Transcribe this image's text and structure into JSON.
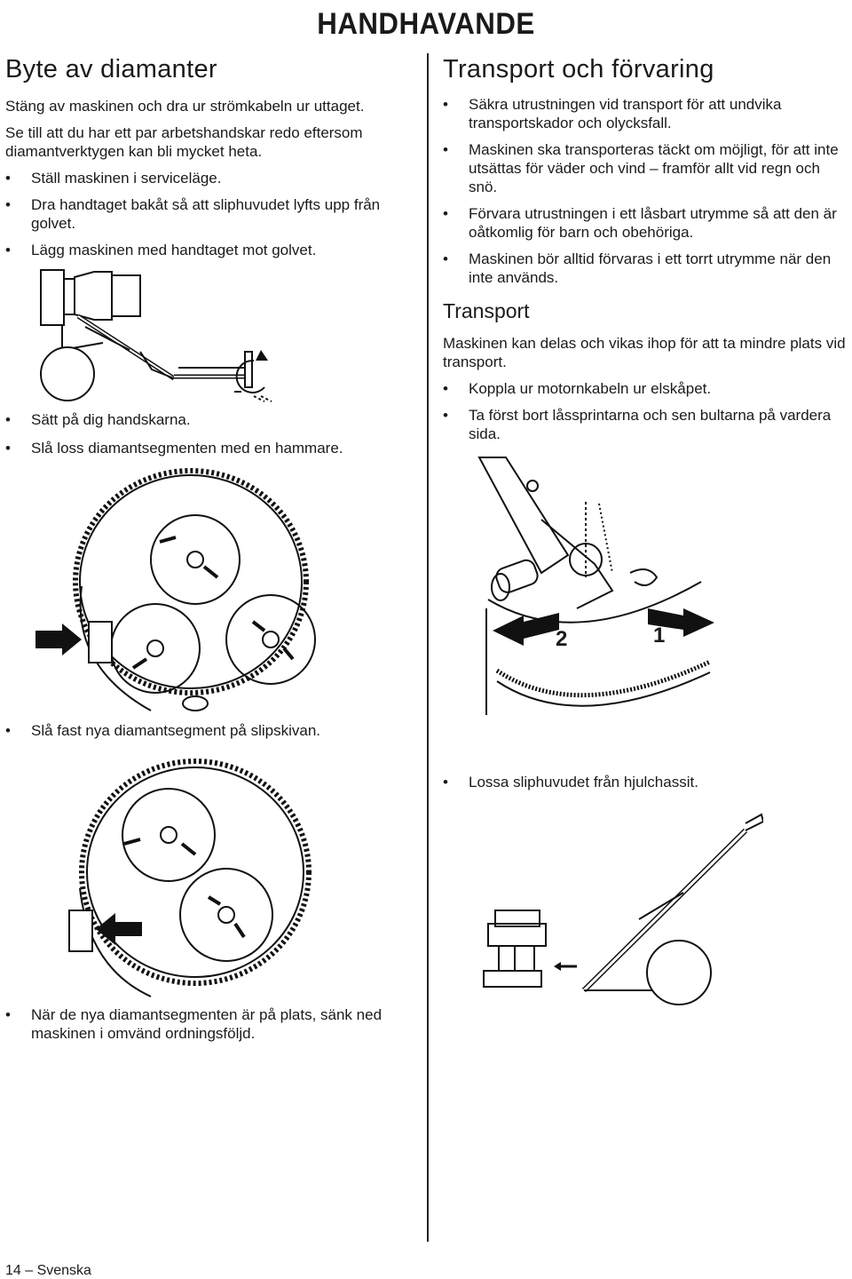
{
  "header": {
    "title": "HANDHAVANDE"
  },
  "left": {
    "heading": "Byte av diamanter",
    "intro1": "Stäng av maskinen och dra ur strömkabeln ur uttaget.",
    "intro2": "Se till att du har ett par arbetshandskar redo eftersom diamantverktygen kan bli mycket heta.",
    "bullets_a": [
      "Ställ maskinen i serviceläge.",
      "Dra handtaget bakåt så att sliphuvudet lyfts upp från golvet.",
      "Lägg maskinen med handtaget mot golvet."
    ],
    "bullets_b": [
      "Sätt på dig handskarna.",
      "Slå loss diamantsegmenten med en hammare."
    ],
    "bullet_c": "Slå fast nya diamantsegment på slipskivan.",
    "bullet_d": "När de nya diamantsegmenten är på plats, sänk ned maskinen i omvänd ordningsföljd."
  },
  "right": {
    "heading": "Transport och förvaring",
    "bullets": [
      "Säkra utrustningen vid transport för att undvika transportskador och olycksfall.",
      "Maskinen ska transporteras täckt om möjligt, för att inte utsättas för väder och vind – framför allt vid regn och snö.",
      "Förvara utrustningen i ett låsbart utrymme så att den är oåtkomlig för barn och obehöriga.",
      "Maskinen bör alltid förvaras i ett torrt utrymme när den inte används."
    ],
    "sub_heading": "Transport",
    "sub_text": "Maskinen kan delas och vikas ihop för att ta mindre plats vid transport.",
    "sub_bullets": [
      "Koppla ur motornkabeln ur elskåpet.",
      "Ta först bort låssprintarna och sen bultarna på vardera sida."
    ],
    "fig_label_2": "2",
    "fig_label_1": "1",
    "bullet_last": "Lossa sliphuvudet från hjulchassit."
  },
  "footer": {
    "page": "14 – Svenska"
  }
}
